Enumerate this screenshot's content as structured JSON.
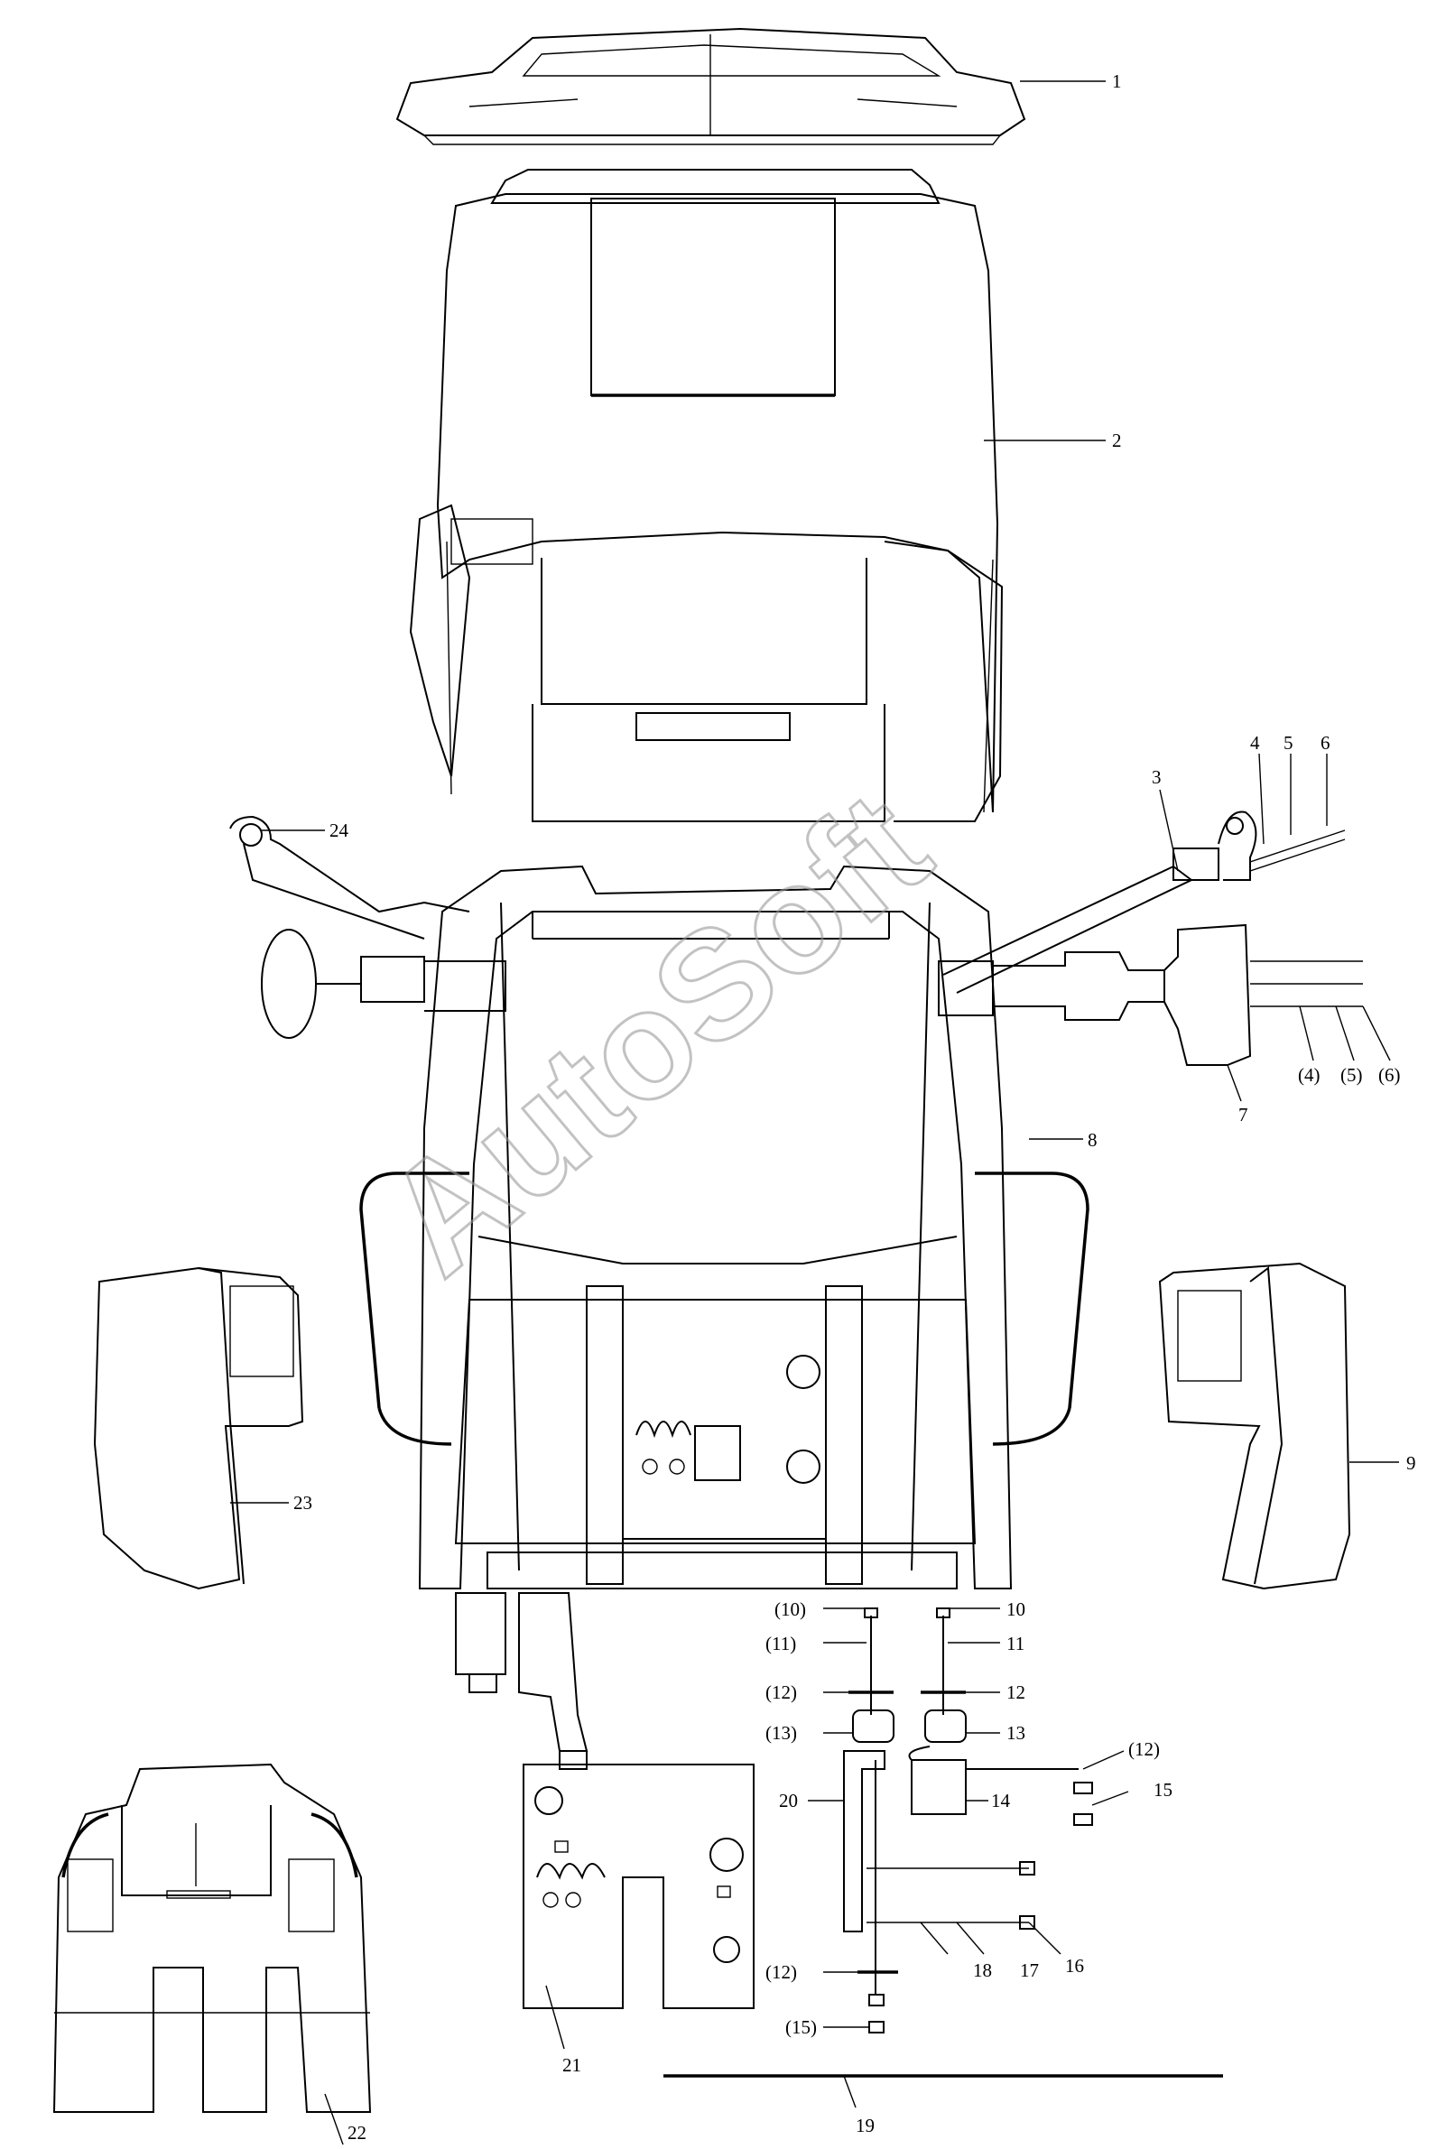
{
  "watermark": "AutoSoft",
  "callouts": {
    "c1": "1",
    "c2": "2",
    "c3": "3",
    "c4": "4",
    "c5": "5",
    "c6": "6",
    "c4p": "(4)",
    "c5p": "(5)",
    "c6p": "(6)",
    "c7": "7",
    "c8": "8",
    "c9": "9",
    "c10p": "(10)",
    "c10": "10",
    "c11p": "(11)",
    "c11": "11",
    "c12pa": "(12)",
    "c12a": "12",
    "c13p": "(13)",
    "c13": "13",
    "c12pb": "(12)",
    "c14": "14",
    "c15": "15",
    "c20": "20",
    "c12pc": "(12)",
    "c18": "18",
    "c17": "17",
    "c16": "16",
    "c15p": "(15)",
    "c19": "19",
    "c21": "21",
    "c22": "22",
    "c23": "23",
    "c24": "24"
  }
}
